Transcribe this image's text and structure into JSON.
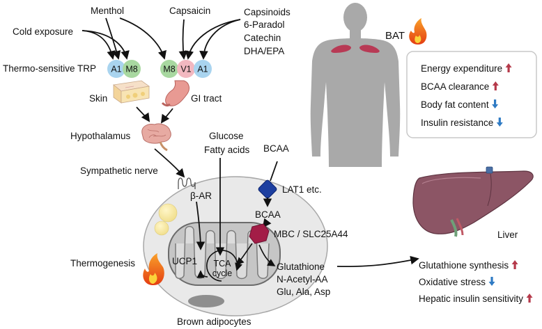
{
  "stimuli": {
    "menthol": "Menthol",
    "capsaicin": "Capsaicin",
    "capsinoids": "Capsinoids",
    "paradol": "6-Paradol",
    "catechin": "Catechin",
    "dha_epa": "DHA/EPA",
    "cold": "Cold exposure"
  },
  "receptors": {
    "label": "Thermo-sensitive TRP",
    "skin": [
      "A1",
      "M8"
    ],
    "gi": [
      "M8",
      "V1",
      "A1"
    ]
  },
  "organs": {
    "skin": "Skin",
    "gi": "GI tract",
    "hypothalamus": "Hypothalamus",
    "sympathetic": "Sympathetic nerve",
    "beta_ar": "β-AR"
  },
  "substrates": {
    "glucose": "Glucose",
    "fatty_acids": "Fatty acids",
    "bcaa_top": "BCAA",
    "lat1": "LAT1 etc.",
    "bcaa_inner": "BCAA",
    "mbc": "MBC / SLC25A44"
  },
  "cell": {
    "thermogenesis": "Thermogenesis",
    "ucp1": "UCP1",
    "tca_1": "TCA",
    "tca_2": "cycle",
    "products": [
      "Glutathione",
      "N-Acetyl-AA",
      "Glu, Ala, Asp"
    ],
    "caption": "Brown adipocytes"
  },
  "bat": {
    "label": "BAT",
    "effects": [
      {
        "text": "Energy expenditure",
        "dir": "up"
      },
      {
        "text": "BCAA clearance",
        "dir": "up"
      },
      {
        "text": "Body fat content",
        "dir": "down"
      },
      {
        "text": "Insulin resistance",
        "dir": "down"
      }
    ]
  },
  "liver": {
    "label": "Liver",
    "effects": [
      {
        "text": "Glutathione synthesis",
        "dir": "up"
      },
      {
        "text": "Oxidative stress",
        "dir": "down"
      },
      {
        "text": "Hepatic insulin sensitivity",
        "dir": "up"
      }
    ]
  },
  "colors": {
    "trp_a1": "#a9d4ef",
    "trp_m8": "#a8d8a0",
    "trp_v1": "#f2b8c0",
    "arrow_up": "#b5394a",
    "arrow_down": "#2f7bc4",
    "body": "#a9a9a9",
    "bat_pad": "#b83a55",
    "liver": "#8c5565"
  }
}
